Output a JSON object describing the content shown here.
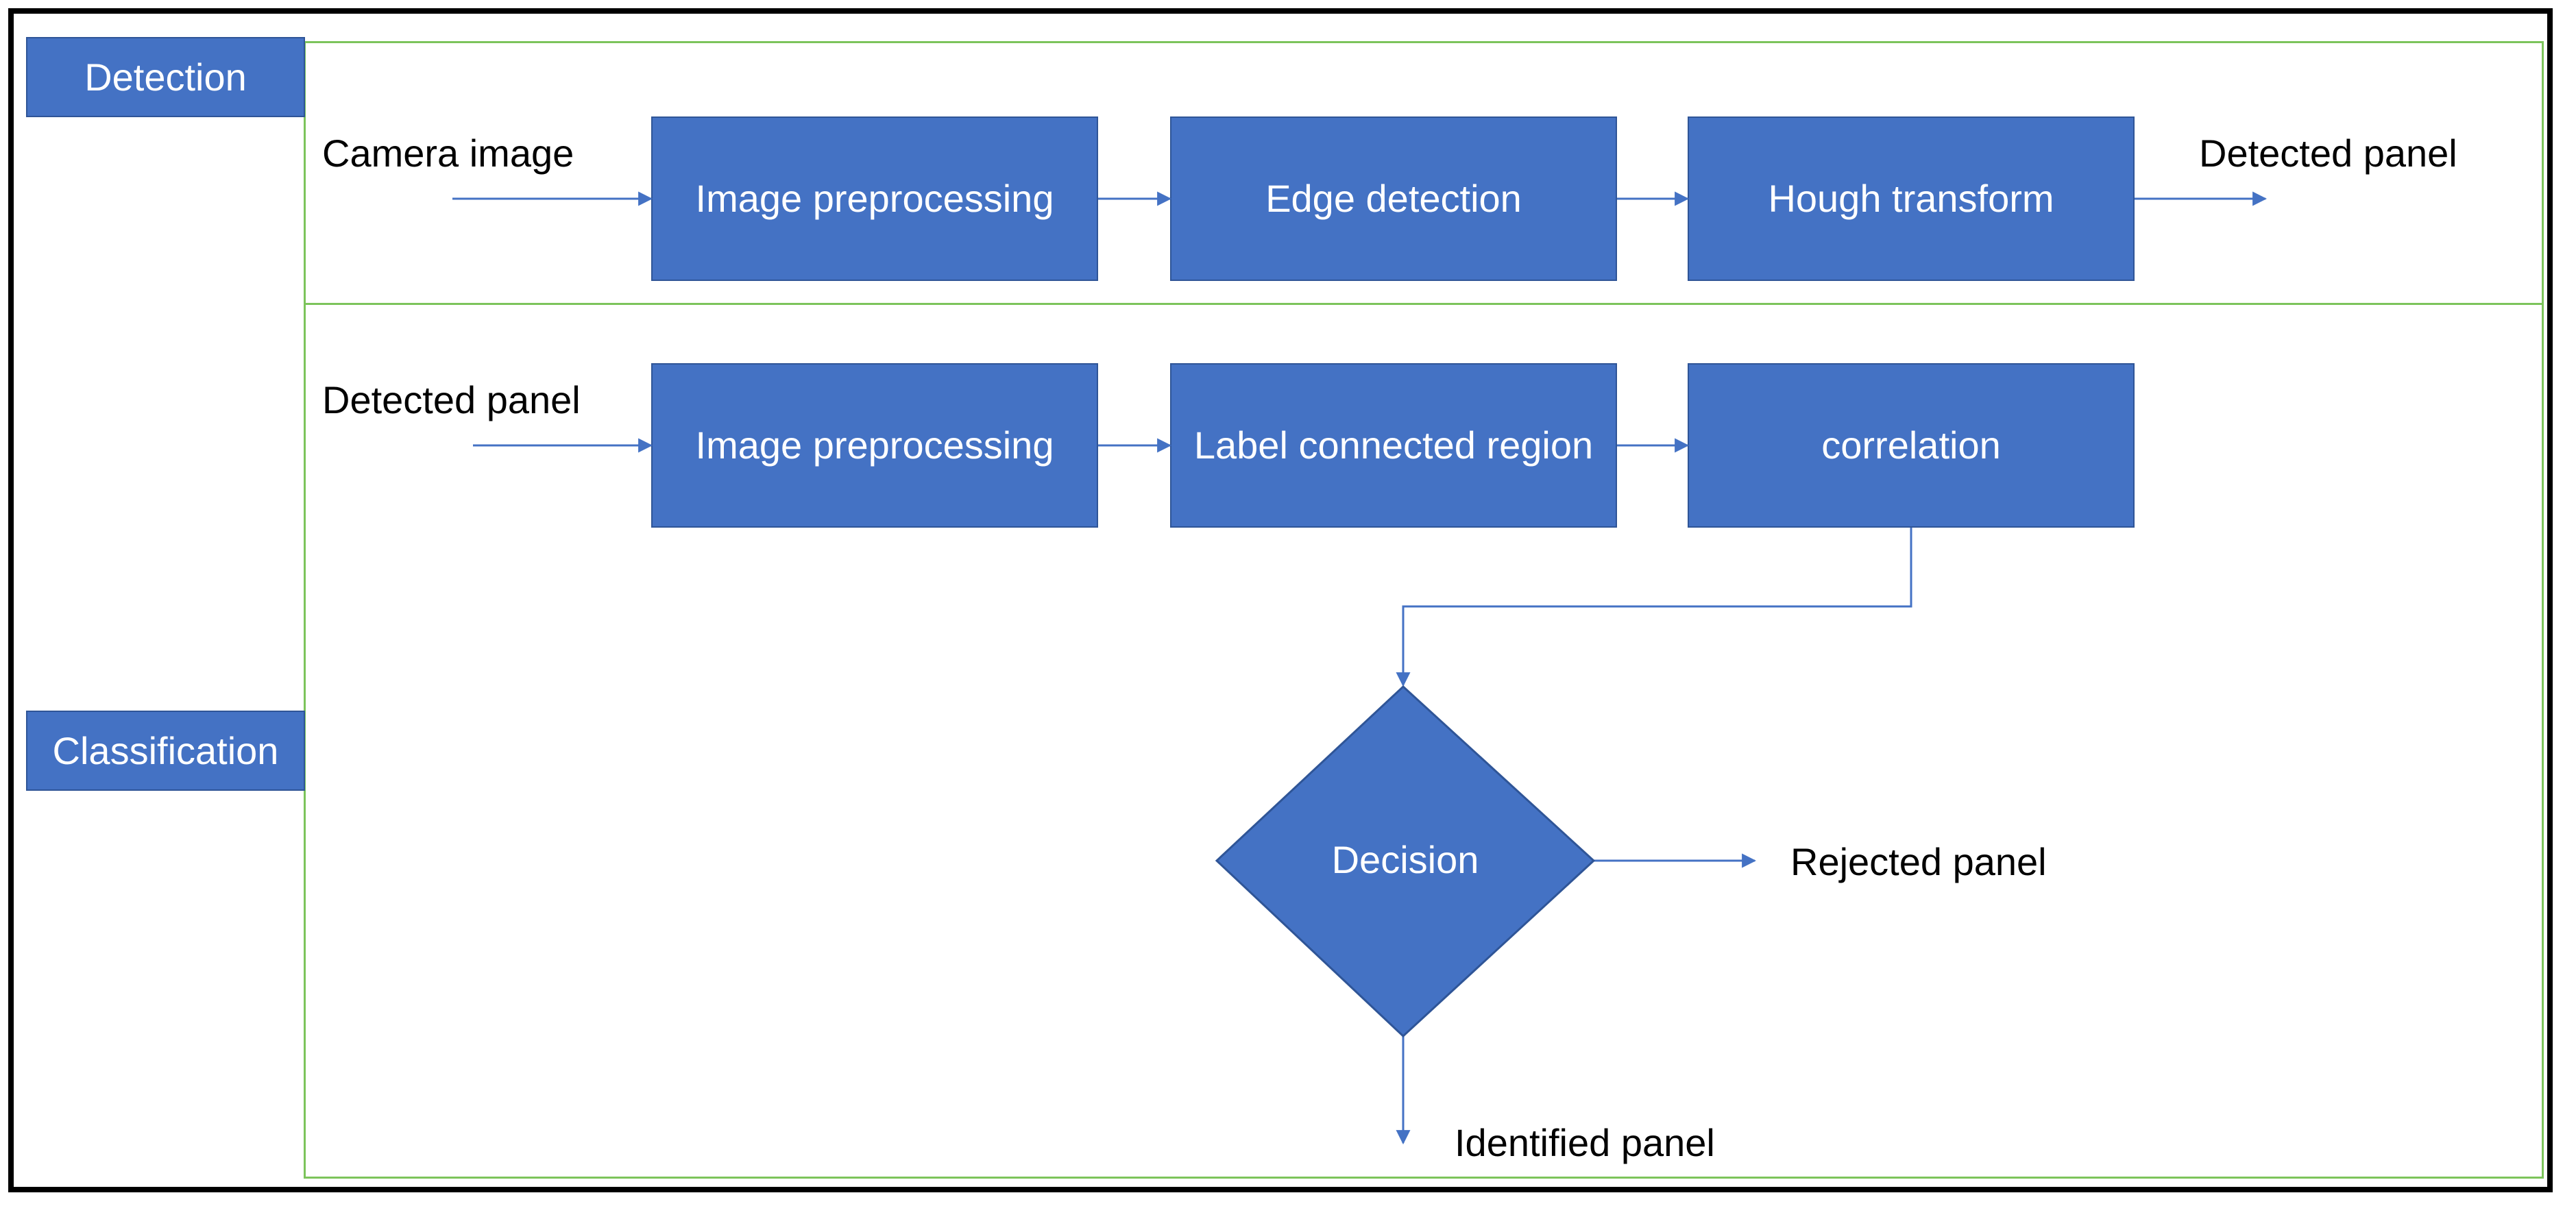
{
  "sections": {
    "detection": {
      "tag": "Detection",
      "input_label": "Camera image",
      "steps": [
        "Image preprocessing",
        "Edge detection",
        "Hough transform"
      ],
      "output_label": "Detected panel"
    },
    "classification": {
      "tag": "Classification",
      "input_label": "Detected panel",
      "steps": [
        "Image preprocessing",
        "Label connected region",
        "correlation"
      ],
      "decision": "Decision",
      "reject_label": "Rejected panel",
      "accept_label": "Identified panel"
    }
  },
  "colors": {
    "box_fill": "#4472c4",
    "box_text": "#ffffff",
    "section_border": "#7cc45b",
    "arrow": "#4472c4",
    "frame": "#000000"
  }
}
